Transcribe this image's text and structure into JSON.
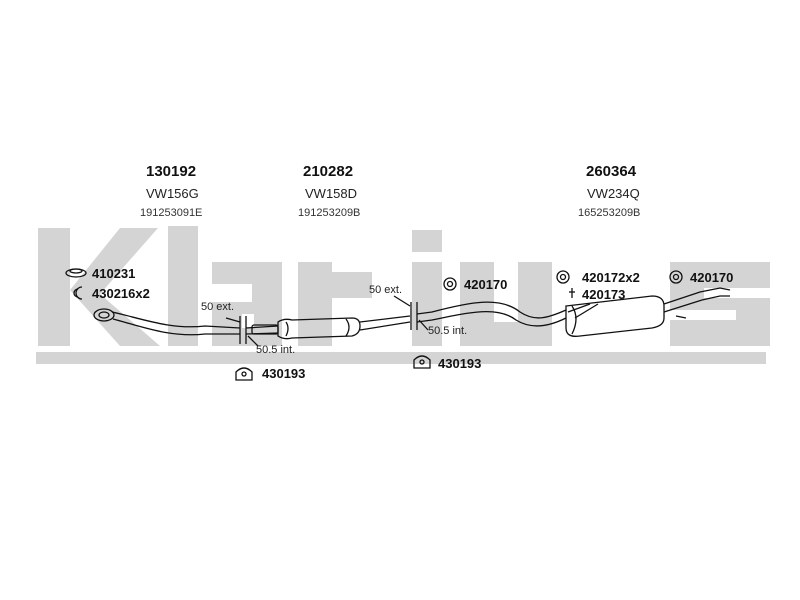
{
  "watermark": {
    "text": "Klarius",
    "color": "#d4d4d4"
  },
  "sections": [
    {
      "id": "front",
      "number": "130192",
      "code": "VW156G",
      "oem": "191253091E"
    },
    {
      "id": "middle",
      "number": "210282",
      "code": "VW158D",
      "oem": "191253209B"
    },
    {
      "id": "rear",
      "number": "260364",
      "code": "VW234Q",
      "oem": "165253209B"
    }
  ],
  "parts": {
    "ring_seal": "410231",
    "clamp_pair": "430216x2",
    "mount_left": "430193",
    "mount_mid": "430193",
    "hanger_mid": "420170",
    "hanger_pair": "420172x2",
    "hanger_rear_small": "420173",
    "hanger_tail": "420170"
  },
  "annotations": {
    "ext_left": "50 ext.",
    "int_left": "50.5 int.",
    "ext_mid": "50 ext.",
    "int_mid": "50.5 int."
  },
  "colors": {
    "line": "#111111",
    "watermark": "#d4d4d4"
  }
}
